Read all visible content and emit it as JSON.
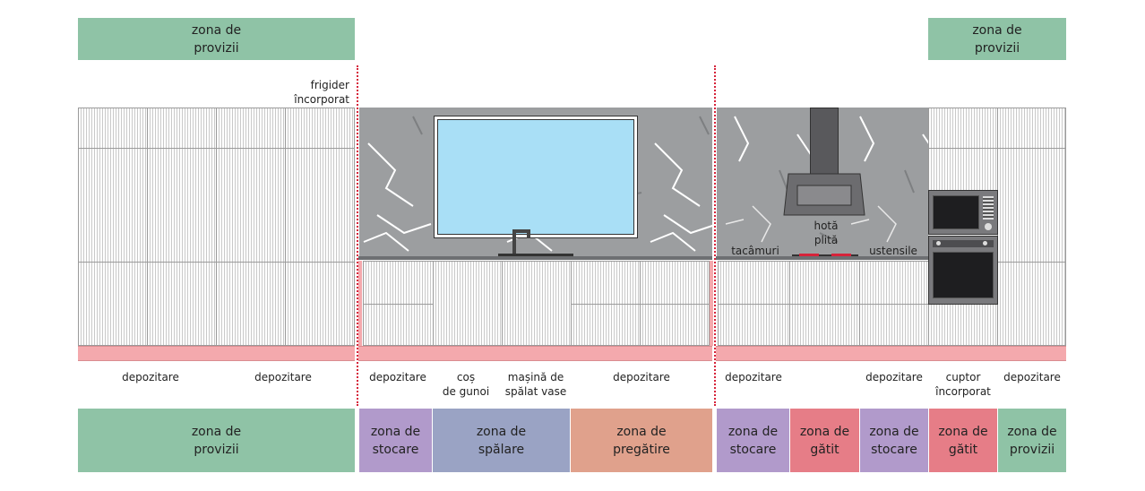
{
  "colors": {
    "provizii": "#8fc3a6",
    "stocare": "#b19acb",
    "spalare": "#9aa3c4",
    "pregatire": "#e0a18c",
    "gatit": "#e67d87",
    "plinth": "#f4a9ad",
    "divider": "#d6233a",
    "backsplash": "#9d9fa1",
    "window": "#a9dff6"
  },
  "top_zones": {
    "left": "zona de\nprovizii",
    "right": "zona de\nprovizii"
  },
  "annotations": {
    "fridge": "frigider\nîncorporat",
    "hood": "hotă",
    "hob": "plită",
    "cutlery": "tacâmuri",
    "utensils": "ustensile"
  },
  "cabinet_labels": [
    "depozitare",
    "depozitare",
    "depozitare",
    "coș\nde gunoi",
    "mașină de\nspălat vase",
    "depozitare",
    "depozitare",
    "depozitare",
    "cuptor\nîncorporat",
    "depozitare"
  ],
  "bottom_zones": [
    "zona de\nprovizii",
    "zona de\nstocare",
    "zona de\nspălare",
    "zona de\npregătire",
    "zona de\nstocare",
    "zona de\ngătit",
    "zona de\nstocare",
    "zona de\ngătit",
    "zona de\nprovizii"
  ]
}
